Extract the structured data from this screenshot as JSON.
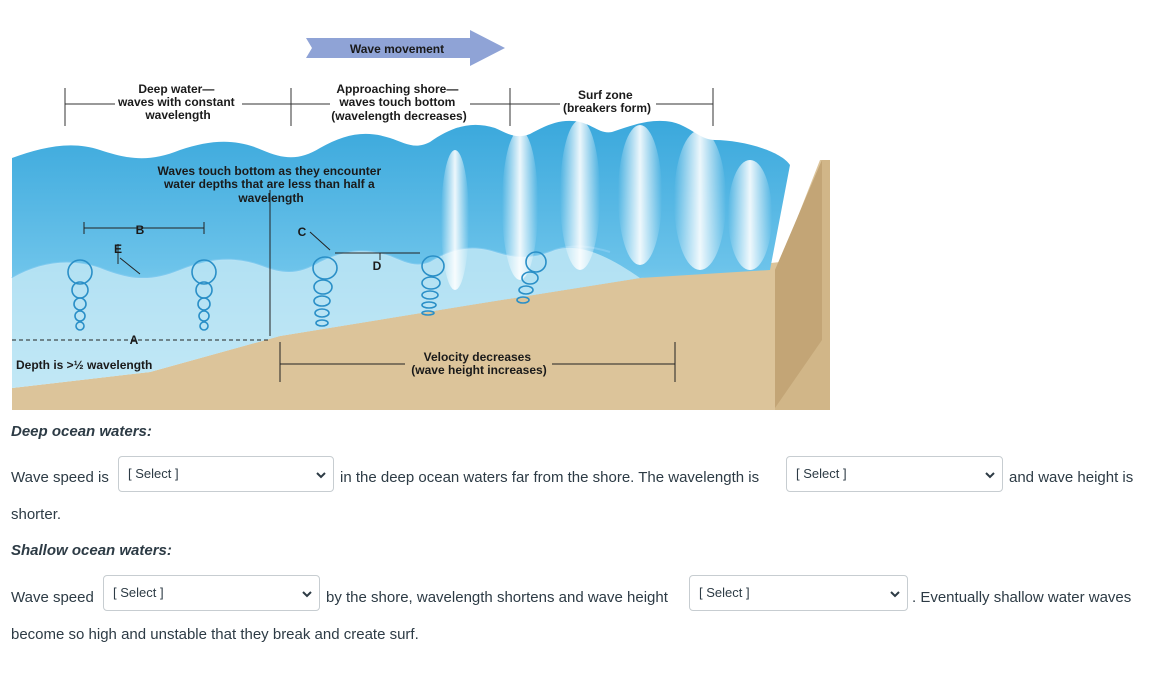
{
  "diagram": {
    "wave_movement": "Wave movement",
    "deep_water": [
      "Deep water—",
      "waves with constant",
      "wavelength"
    ],
    "approaching": [
      "Approaching shore—",
      "waves touch bottom",
      "(wavelength decreases)"
    ],
    "surf_zone": [
      "Surf zone",
      "(breakers form)"
    ],
    "touch_bottom": [
      "Waves touch bottom as they encounter",
      "water depths that are less than half a",
      "wavelength"
    ],
    "depth": "Depth is >½ wavelength",
    "velocity": [
      "Velocity decreases",
      "(wave height increases)"
    ],
    "letters": {
      "a": "A",
      "b": "B",
      "c": "C",
      "d": "D",
      "e": "E"
    },
    "colors": {
      "water_dark": "#3aa8dc",
      "water_light": "#bfe6f5",
      "sand": "#dcc49a",
      "sand_side": "#b89a6c",
      "arrow": "#8fa3d6"
    }
  },
  "deep": {
    "heading": "Deep ocean waters:",
    "wave_speed_is": "Wave speed is",
    "select1": "[ Select ]",
    "mid": "in the deep ocean waters far from the shore. The wavelength is",
    "select2": "[ Select ]",
    "end": "and wave height is",
    "line2": "shorter."
  },
  "shallow": {
    "heading": "Shallow ocean waters:",
    "wave_speed": "Wave speed",
    "select3": "[ Select ]",
    "mid": "by the shore, wavelength shortens and wave height",
    "select4": "[ Select ]",
    "end": ". Eventually shallow water waves",
    "line2": "become so high and unstable that they break and create surf."
  }
}
